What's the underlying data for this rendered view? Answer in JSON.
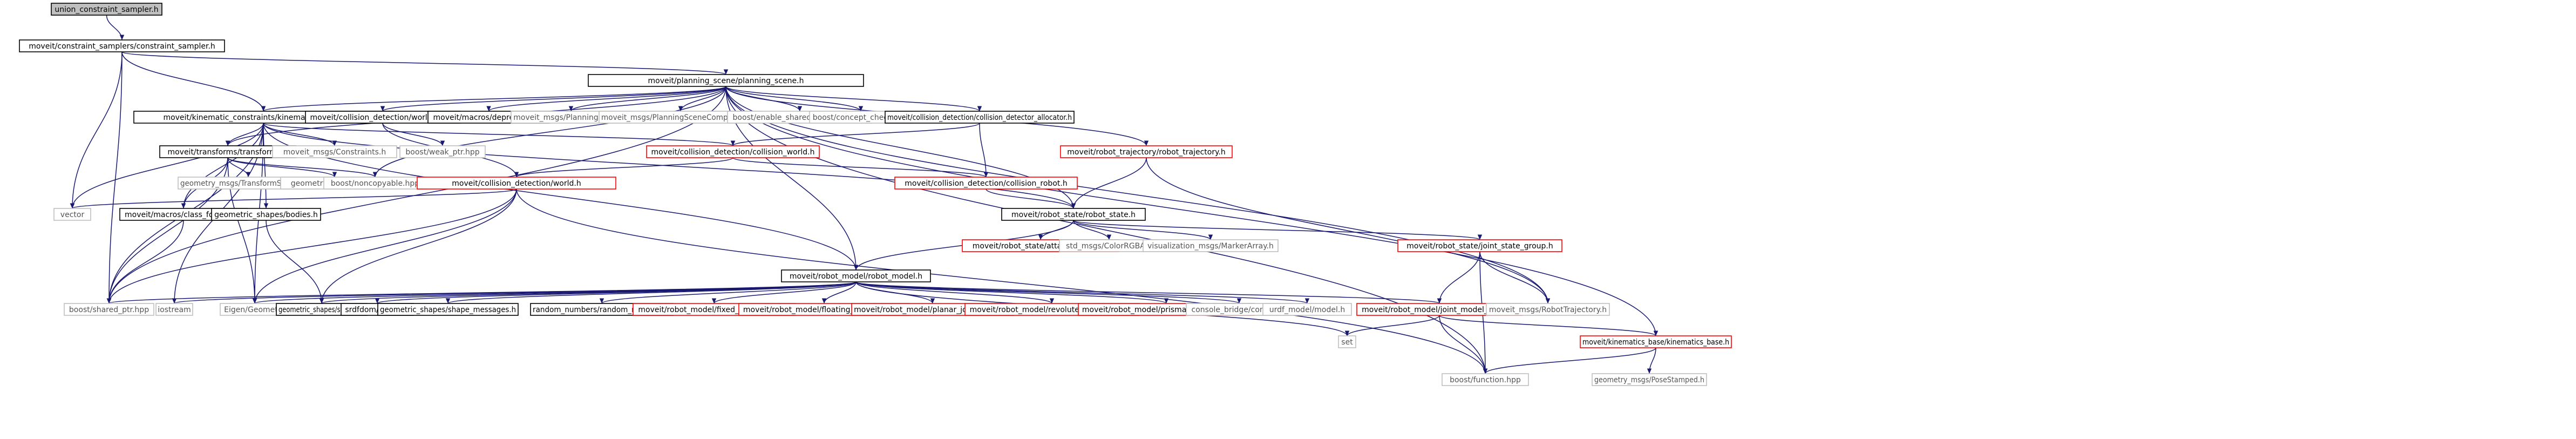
{
  "colors": {
    "edge": "#191970",
    "node_border_black": "#000000",
    "node_border_red": "#ff0000",
    "node_border_gray": "#bfbfbf",
    "node_text_black": "#000000",
    "node_text_gray": "#555555",
    "root_fill": "#bfbfbf"
  },
  "nodes": [
    {
      "id": "n0",
      "label": "union_constraint_sampler.h",
      "style": "root"
    },
    {
      "id": "n1",
      "label": "moveit/constraint_samplers/constraint_sampler.h",
      "style": "black"
    },
    {
      "id": "n2",
      "label": "moveit/planning_scene/planning_scene.h",
      "style": "black"
    },
    {
      "id": "n3",
      "label": "moveit/kinematic_constraints/kinematic_constraint.h",
      "style": "black"
    },
    {
      "id": "n4",
      "label": "moveit/collision_detection/world_diff.h",
      "style": "black"
    },
    {
      "id": "n5",
      "label": "moveit/macros/deprecation.h",
      "style": "black"
    },
    {
      "id": "n6",
      "label": "moveit_msgs/PlanningScene.h",
      "style": "gray"
    },
    {
      "id": "n7",
      "label": "moveit_msgs/PlanningSceneComponents.h",
      "style": "gray"
    },
    {
      "id": "n8",
      "label": "boost/enable_shared_from_this.hpp",
      "style": "gray"
    },
    {
      "id": "n9",
      "label": "boost/concept_check.hpp",
      "style": "gray"
    },
    {
      "id": "n10",
      "label": "moveit/collision_detection/collision_detector_allocator.h",
      "style": "black"
    },
    {
      "id": "n11",
      "label": "moveit/transforms/transforms.h",
      "style": "black"
    },
    {
      "id": "n12",
      "label": "moveit_msgs/Constraints.h",
      "style": "gray"
    },
    {
      "id": "n13",
      "label": "boost/weak_ptr.hpp",
      "style": "gray"
    },
    {
      "id": "n14",
      "label": "moveit/collision_detection/collision_world.h",
      "style": "red"
    },
    {
      "id": "n15",
      "label": "moveit/robot_trajectory/robot_trajectory.h",
      "style": "red"
    },
    {
      "id": "n16",
      "label": "geometry_msgs/TransformStamped.h",
      "style": "gray"
    },
    {
      "id": "n17",
      "label": "geometry_msgs/Pose.h",
      "style": "gray"
    },
    {
      "id": "n18",
      "label": "boost/noncopyable.hpp",
      "style": "gray"
    },
    {
      "id": "n19",
      "label": "moveit/collision_detection/world.h",
      "style": "red"
    },
    {
      "id": "n20",
      "label": "moveit/collision_detection/collision_robot.h",
      "style": "red"
    },
    {
      "id": "n21",
      "label": "vector",
      "style": "gray"
    },
    {
      "id": "n22",
      "label": "moveit/macros/class_forward.h",
      "style": "black"
    },
    {
      "id": "n23",
      "label": "geometric_shapes/bodies.h",
      "style": "black"
    },
    {
      "id": "n24",
      "label": "moveit/robot_state/robot_state.h",
      "style": "black"
    },
    {
      "id": "n25",
      "label": "moveit/robot_state/attached_body.h",
      "style": "red"
    },
    {
      "id": "n26",
      "label": "std_msgs/ColorRGBA.h",
      "style": "gray"
    },
    {
      "id": "n27",
      "label": "visualization_msgs/MarkerArray.h",
      "style": "gray"
    },
    {
      "id": "n28",
      "label": "moveit/robot_state/joint_state_group.h",
      "style": "red"
    },
    {
      "id": "n29",
      "label": "moveit/robot_model/robot_model.h",
      "style": "black"
    },
    {
      "id": "n30",
      "label": "boost/shared_ptr.hpp",
      "style": "gray"
    },
    {
      "id": "n31",
      "label": "iostream",
      "style": "gray"
    },
    {
      "id": "n32",
      "label": "Eigen/Geometry",
      "style": "gray"
    },
    {
      "id": "n33",
      "label": "geometric_shapes/shapes.h",
      "style": "black"
    },
    {
      "id": "n34",
      "label": "srdfdom/model.h",
      "style": "black"
    },
    {
      "id": "n35",
      "label": "geometric_shapes/shape_messages.h",
      "style": "black"
    },
    {
      "id": "n36",
      "label": "random_numbers/random_numbers.h",
      "style": "black"
    },
    {
      "id": "n37",
      "label": "moveit/robot_model/fixed_joint_model.h",
      "style": "red"
    },
    {
      "id": "n38",
      "label": "moveit/robot_model/floating_joint_model.h",
      "style": "red"
    },
    {
      "id": "n39",
      "label": "moveit/robot_model/planar_joint_model.h",
      "style": "red"
    },
    {
      "id": "n40",
      "label": "moveit/robot_model/revolute_joint_model.h",
      "style": "red"
    },
    {
      "id": "n41",
      "label": "moveit/robot_model/prismatic_joint_model.h",
      "style": "red"
    },
    {
      "id": "n42",
      "label": "console_bridge/console.h",
      "style": "gray"
    },
    {
      "id": "n43",
      "label": "urdf_model/model.h",
      "style": "gray"
    },
    {
      "id": "n44",
      "label": "moveit/robot_model/joint_model_group.h",
      "style": "red"
    },
    {
      "id": "n45",
      "label": "moveit_msgs/RobotTrajectory.h",
      "style": "gray"
    },
    {
      "id": "n46",
      "label": "set",
      "style": "gray"
    },
    {
      "id": "n47",
      "label": "moveit/kinematics_base/kinematics_base.h",
      "style": "red"
    },
    {
      "id": "n48",
      "label": "boost/function.hpp",
      "style": "gray"
    },
    {
      "id": "n49",
      "label": "geometry_msgs/PoseStamped.h",
      "style": "gray"
    }
  ]
}
